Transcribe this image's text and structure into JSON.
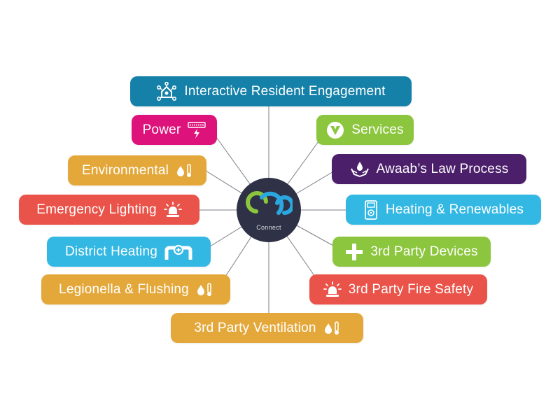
{
  "hub": {
    "label": "Connect"
  },
  "colors": {
    "hub": "#2f3246",
    "connector": "#7d7f88",
    "teal": "#1580a8",
    "magenta": "#dd127a",
    "lime": "#8cc63e",
    "gold": "#e4a83a",
    "purple": "#4b1f6a",
    "red": "#ea5349",
    "cyan": "#33b8e4",
    "logo_green": "#8cc63e",
    "logo_blue": "#2aa7df"
  },
  "nodes": [
    {
      "id": "ire",
      "label": "Interactive Resident Engagement",
      "color": "teal",
      "icon": "house-network-icon"
    },
    {
      "id": "power",
      "label": "Power",
      "color": "magenta",
      "icon": "power-meter-icon"
    },
    {
      "id": "serv",
      "label": "Services",
      "color": "lime",
      "icon": "services-logo-icon"
    },
    {
      "id": "env",
      "label": "Environmental",
      "color": "gold",
      "icon": "humidity-temperature-icon"
    },
    {
      "id": "awaab",
      "label": "Awaab’s Law Process",
      "color": "purple",
      "icon": "hands-droplet-icon"
    },
    {
      "id": "emerg",
      "label": "Emergency Lighting",
      "color": "red",
      "icon": "beacon-light-icon"
    },
    {
      "id": "heat",
      "label": "Heating & Renewables",
      "color": "cyan",
      "icon": "heat-pump-icon"
    },
    {
      "id": "dist",
      "label": "District Heating",
      "color": "cyan",
      "icon": "pipe-valve-icon"
    },
    {
      "id": "3pd",
      "label": "3rd Party Devices",
      "color": "lime",
      "icon": "plus-icon"
    },
    {
      "id": "legion",
      "label": "Legionella & Flushing",
      "color": "gold",
      "icon": "humidity-temperature-icon"
    },
    {
      "id": "3pfs",
      "label": "3rd Party Fire Safety",
      "color": "red",
      "icon": "beacon-light-icon"
    },
    {
      "id": "3pv",
      "label": "3rd Party Ventilation",
      "color": "gold",
      "icon": "humidity-temperature-icon"
    }
  ]
}
